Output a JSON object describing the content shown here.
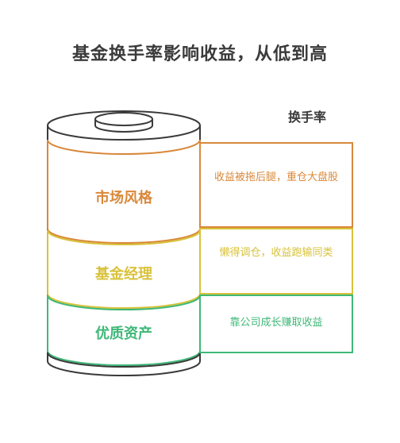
{
  "title": "基金换手率影响收益，从低到高",
  "column_header": "换手率",
  "layers": [
    {
      "label": "市场风格",
      "description": "收益被拖后腿，重仓大盘股",
      "color": "#d9883a"
    },
    {
      "label": "基金经理",
      "description": "懒得调仓，收益跑输同类",
      "color": "#d8c23a"
    },
    {
      "label": "优质资产",
      "description": "靠公司成长赚取收益",
      "color": "#3fb878"
    }
  ],
  "outline_color": "#3a3a3a"
}
